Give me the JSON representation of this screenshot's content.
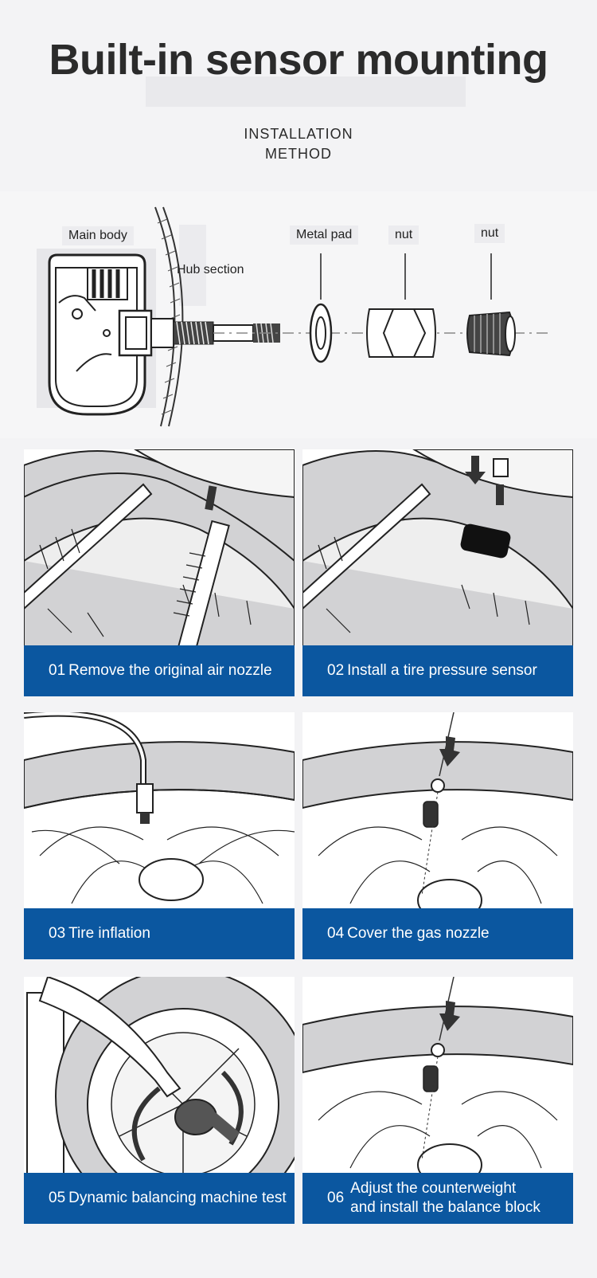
{
  "header": {
    "title": "Built-in sensor mounting",
    "subtitle_line1": "INSTALLATION",
    "subtitle_line2": "METHOD"
  },
  "diagram": {
    "labels": {
      "main_body": "Main body",
      "hub_section": "Hub section",
      "metal_pad": "Metal pad",
      "nut_1": "nut",
      "nut_2": "nut"
    }
  },
  "steps": [
    {
      "num": "01",
      "text": "Remove the original air nozzle"
    },
    {
      "num": "02",
      "text": "Install a tire pressure sensor"
    },
    {
      "num": "03",
      "text": "Tire inflation"
    },
    {
      "num": "04",
      "text": "Cover the gas nozzle"
    },
    {
      "num": "05",
      "text": "Dynamic balancing machine test"
    },
    {
      "num": "06",
      "line1": "Adjust the counterweight",
      "line2": "and install the balance block"
    }
  ],
  "colors": {
    "caption_bg": "#0b57a0",
    "page_bg": "#f3f3f5"
  }
}
